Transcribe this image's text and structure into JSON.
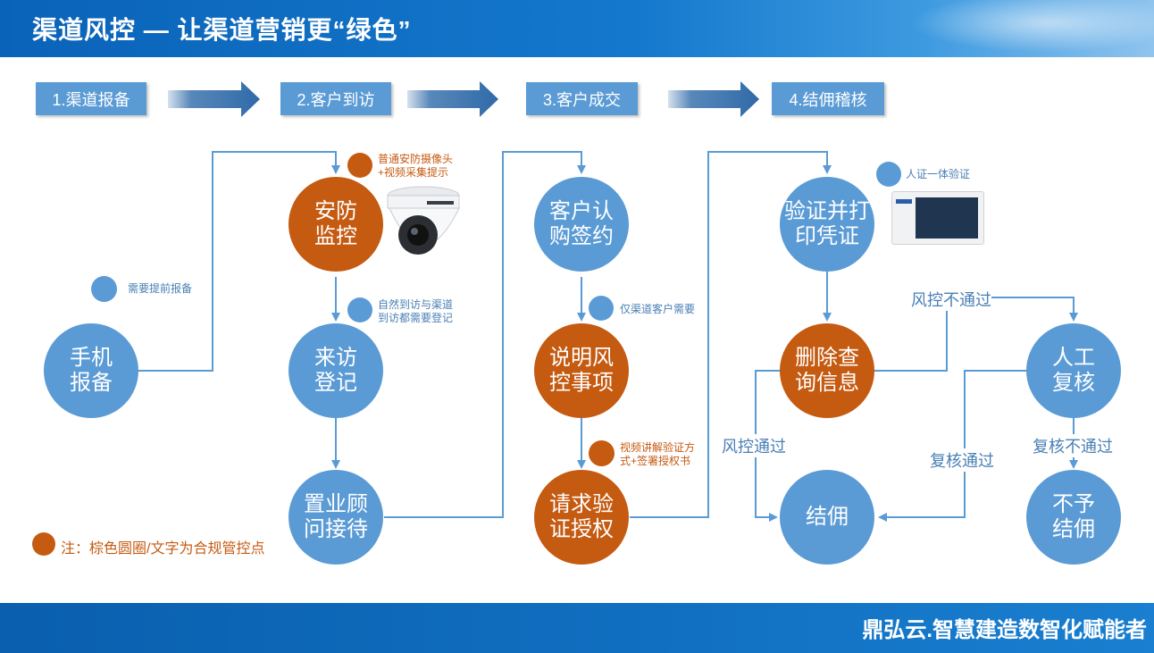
{
  "header": {
    "title": "渠道风控 — 让渠道营销更“绿色”"
  },
  "footer": {
    "slogan": "鼎弘云.智慧建造数智化赋能者"
  },
  "steps": [
    "1.渠道报备",
    "2.客户到访",
    "3.客户成交",
    "4.结佣稽核"
  ],
  "nodes": {
    "phone_report": "手机\n报备",
    "security_monitor": "安防\n监控",
    "visit_register": "来访\n登记",
    "consultant_reception": "置业顾\n问接待",
    "customer_subscribe": "客户认\n购签约",
    "explain_risk": "说明风\n控事项",
    "request_auth": "请求验\n证授权",
    "verify_print": "验证并打\n印凭证",
    "delete_query": "删除查\n询信息",
    "manual_review": "人工\n复核",
    "commission": "结佣",
    "no_commission": "不予\n结佣"
  },
  "notes": {
    "pre_report": "需要提前报备",
    "camera": "普通安防摄像头\n+视频采集提示",
    "register_all": "自然到访与渠道\n到访都需要登记",
    "channel_only": "仅渠道客户需要",
    "video_explain": "视频讲解验证方\n式+签署授权书",
    "id_verify": "人证一体验证"
  },
  "edge_labels": {
    "risk_fail": "风控不通过",
    "risk_pass": "风控通过",
    "review_pass": "复核通过",
    "review_fail": "复核不通过"
  },
  "legend": "注：棕色圆圈/文字为合规管控点",
  "colors": {
    "blue": "#5b9bd5",
    "orange": "#c55a11",
    "header": "#0a63b8"
  }
}
